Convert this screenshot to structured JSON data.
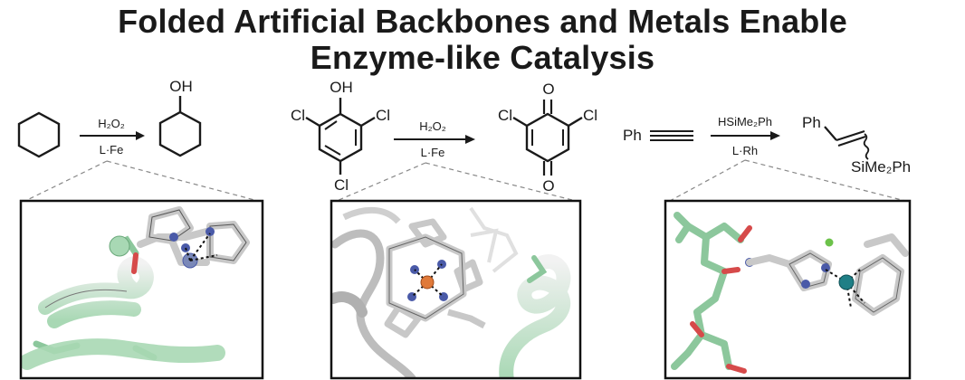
{
  "title": {
    "line1": "Folded Artificial Backbones and Metals Enable",
    "line2": "Enzyme-like Catalysis"
  },
  "reaction1": {
    "reagent_top": "H₂O₂",
    "reagent_bottom": "L·Fe",
    "product_group": "OH"
  },
  "reaction2": {
    "substrate_top": "OH",
    "cl_left": "Cl",
    "cl_right": "Cl",
    "cl_bottom": "Cl",
    "reagent_top": "H₂O₂",
    "reagent_bottom": "L·Fe",
    "product_top": "O",
    "product_bottom": "O",
    "product_cl_left": "Cl",
    "product_cl_right": "Cl"
  },
  "reaction3": {
    "substrate": "Ph",
    "reagent_top": "HSiMe₂Ph",
    "reagent_bottom": "L·Rh",
    "product_ph": "Ph",
    "product_si": "SiMe₂Ph"
  },
  "colors": {
    "helix_green": "#a8d8b4",
    "stick_gray": "#c8c8c8",
    "nitrogen_blue": "#4a5aa8",
    "oxygen_red": "#d64a4a",
    "iron_orange": "#e07a3a",
    "rhodium_teal": "#1f7f86",
    "iron_ball_slate": "#7a88b8"
  }
}
